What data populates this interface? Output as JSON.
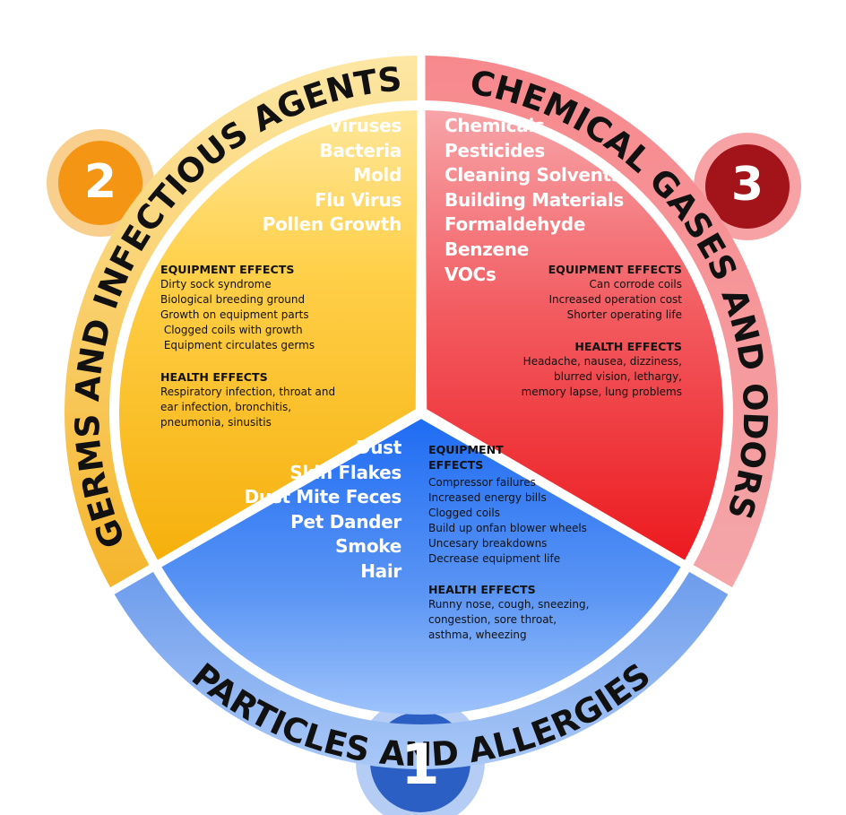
{
  "colors": {
    "germs_ring": "#f5b52c",
    "germs_fill_top": "#ffe79a",
    "germs_fill_bottom": "#f6b00c",
    "chem_ring": "#ee6a6f",
    "chem_fill_top": "#f7a4a8",
    "chem_fill_bottom": "#ec1a1f",
    "particles_ring": "#7ba7ee",
    "particles_fill_top": "#1f6cf3",
    "particles_fill_bottom": "#9ec3fb",
    "badge1": "#2b5fc4",
    "badge2": "#f49514",
    "badge3": "#a3141a"
  },
  "sections": {
    "germs": {
      "number": "2",
      "title": "GERMS AND INFECTIOUS AGENTS",
      "items": [
        "Viruses",
        "Bacteria",
        "Mold",
        "Flu Virus",
        "Pollen Growth"
      ],
      "equipment_heading": "EQUIPMENT EFFECTS",
      "equipment": [
        "Dirty sock syndrome",
        "Biological breeding ground",
        "Growth on equipment parts",
        " Clogged coils with growth",
        " Equipment circulates germs"
      ],
      "health_heading": "HEALTH EFFECTS",
      "health": [
        "Respiratory infection, throat and",
        "ear infection, bronchitis,",
        "pneumonia, sinusitis"
      ]
    },
    "chemical": {
      "number": "3",
      "title": "CHEMICAL GASES AND ODORS",
      "items": [
        "Chemicals",
        "Pesticides",
        "Cleaning Solvents",
        "Building Materials",
        "Formaldehyde",
        "Benzene",
        "VOCs"
      ],
      "equipment_heading": "EQUIPMENT EFFECTS",
      "equipment": [
        "Can corrode coils",
        "Increased operation cost",
        "Shorter operating life"
      ],
      "health_heading": "HEALTH EFFECTS",
      "health": [
        "Headache, nausea, dizziness,",
        "blurred vision, lethargy,",
        "memory lapse, lung problems"
      ]
    },
    "particles": {
      "number": "1",
      "title": "PARTICLES AND ALLERGIES",
      "items": [
        "Dust",
        "Skin Flakes",
        "Dust Mite Feces",
        "Pet Dander",
        "Smoke",
        "Hair"
      ],
      "equipment_heading_line1": "EQUIPMENT",
      "equipment_heading_line2": "EFFECTS",
      "equipment": [
        "Compressor failures",
        "Increased energy bills",
        "Clogged coils",
        "Build up onfan blower wheels",
        "Uncesary breakdowns",
        "Decrease equipment life"
      ],
      "health_heading": "HEALTH EFFECTS",
      "health": [
        "Runny nose, cough, sneezing,",
        "congestion, sore throat,",
        "asthma, wheezing"
      ]
    }
  }
}
